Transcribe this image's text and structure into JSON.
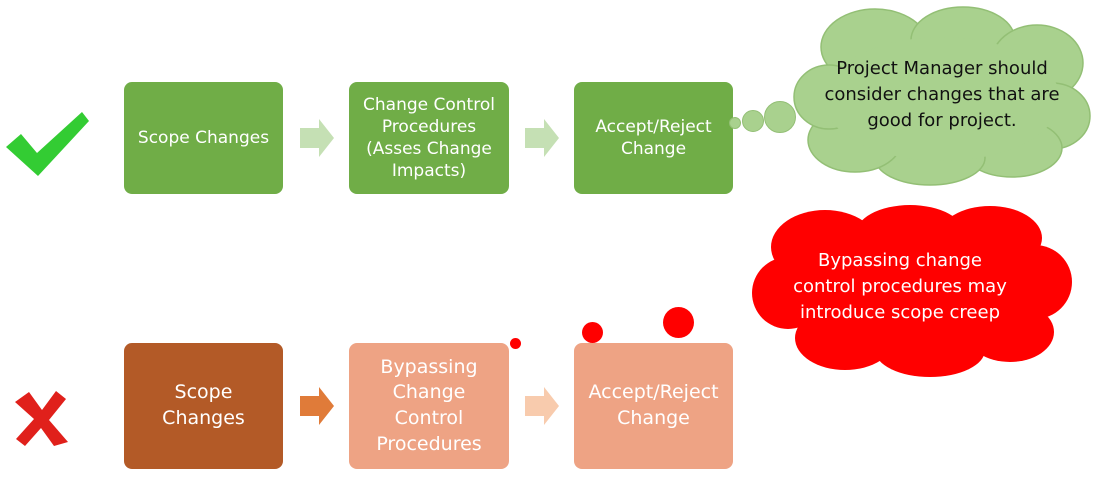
{
  "rows": {
    "correct": {
      "steps": [
        {
          "label": "Scope Changes"
        },
        {
          "label": "Change Control Procedures (Asses Change Impacts)"
        },
        {
          "label": "Accept/Reject Change"
        }
      ],
      "thought": "Project Manager should consider changes that are good for project.",
      "marker_icon": "checkmark-icon"
    },
    "incorrect": {
      "steps": [
        {
          "label": "Scope Changes"
        },
        {
          "label": "Bypassing Change Control Procedures"
        },
        {
          "label": "Accept/Reject Change"
        }
      ],
      "thought": "Bypassing change control procedures may introduce scope creep",
      "marker_icon": "cross-icon"
    }
  },
  "colors": {
    "green_box": "#70ad47",
    "green_arrow": "#c5e0b4",
    "green_cloud": "#a9d18e",
    "rust_box": "#b35a27",
    "orange_arrow": "#e07b39",
    "salmon_box": "#eea384",
    "light_arrow": "#f8cbad",
    "red_cloud": "#ff0000",
    "check": "#33cc33",
    "cross": "#e0201b"
  }
}
